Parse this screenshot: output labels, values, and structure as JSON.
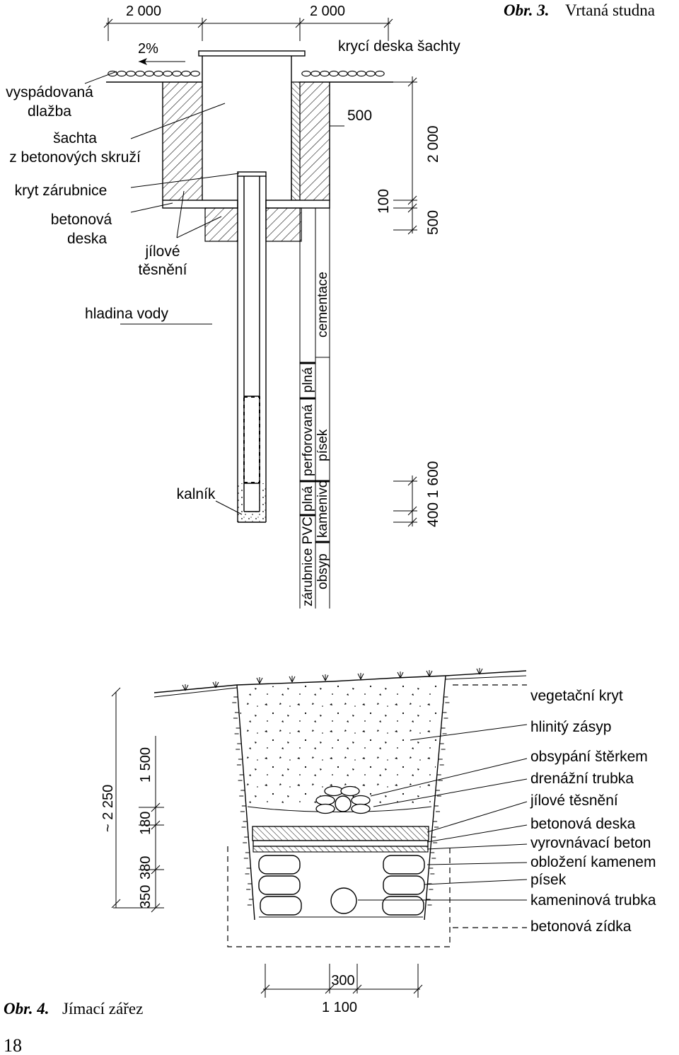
{
  "figure3": {
    "caption_num": "Obr. 3.",
    "caption_text": "Vrtaná studna",
    "dims": {
      "top_left": "2 000",
      "top_right": "2 000",
      "slope": "2%",
      "d500": "500",
      "d2000": "2 000",
      "d100": "100",
      "d500b": "500",
      "d400_1600": "400 1 600"
    },
    "labels": {
      "kryci_deska": "krycí deska šachty",
      "dlazba_1": "vyspádovaná",
      "dlazba_2": "dlažba",
      "sachta_1": "šachta",
      "sachta_2": "z betonových skruží",
      "kryt": "kryt zárubnice",
      "deska_1": "betonová",
      "deska_2": "deska",
      "jilove_1": "jílové",
      "jilove_2": "těsnění",
      "hladina": "hladina vody",
      "kalnik": "kalník",
      "cementace": "cementace",
      "zarubnice_pvc": "zárubnice PVC",
      "plna_1": "plná",
      "perforovana": "perforovaná",
      "plna_2": "plná",
      "obsyp": "obsyp",
      "kamenivo": "kamenivo",
      "pisek": "písek"
    }
  },
  "figure4": {
    "caption_num": "Obr. 4.",
    "caption_text": "Jímací zářez",
    "dims": {
      "total": "~ 2 250",
      "d1500": "1 500",
      "d180": "180",
      "d380": "380",
      "d350": "350",
      "d300": "300",
      "d1100": "1 100"
    },
    "legend": [
      "vegetační kryt",
      "hlinitý zásyp",
      "obsypání štěrkem",
      "drenážní trubka",
      "jílové těsnění",
      "betonová deska",
      "vyrovnávací beton",
      "obložení kamenem",
      "písek",
      "kameninová trubka",
      "betonová zídka"
    ]
  },
  "page_number": "18"
}
